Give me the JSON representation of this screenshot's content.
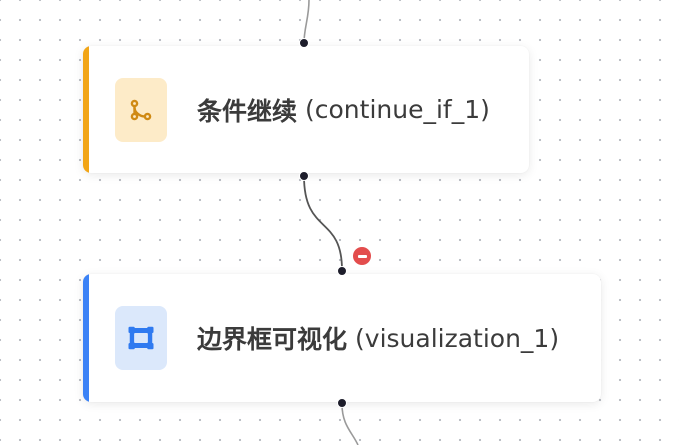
{
  "nodes": [
    {
      "title": "条件继续",
      "id_label": "(continue_if_1)",
      "icon": "branch-icon",
      "accent_color": "#f2a516",
      "icon_bg": "#fdebc8",
      "icon_color": "#d08a14"
    },
    {
      "title": "边界框可视化",
      "id_label": "(visualization_1)",
      "icon": "bounding-box-icon",
      "accent_color": "#3b82f6",
      "icon_bg": "#dbe8fb",
      "icon_color": "#2f7af0"
    }
  ],
  "edge_delete": {
    "icon": "minus-icon",
    "color": "#e34d4d"
  }
}
